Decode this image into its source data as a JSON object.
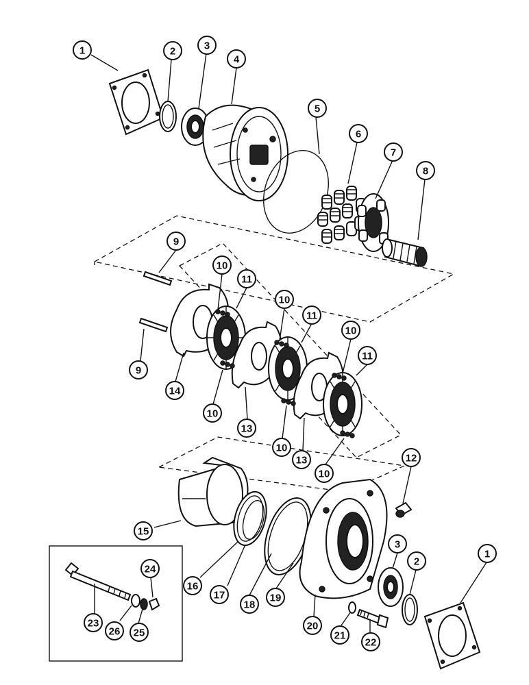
{
  "callouts": [
    {
      "label": "1"
    },
    {
      "label": "2"
    },
    {
      "label": "3"
    },
    {
      "label": "4"
    },
    {
      "label": "5"
    },
    {
      "label": "6"
    },
    {
      "label": "7"
    },
    {
      "label": "8"
    },
    {
      "label": "9"
    },
    {
      "label": "10"
    },
    {
      "label": "11"
    },
    {
      "label": "10"
    },
    {
      "label": "11"
    },
    {
      "label": "10"
    },
    {
      "label": "11"
    },
    {
      "label": "9"
    },
    {
      "label": "14"
    },
    {
      "label": "10"
    },
    {
      "label": "13"
    },
    {
      "label": "10"
    },
    {
      "label": "13"
    },
    {
      "label": "10"
    },
    {
      "label": "12"
    },
    {
      "label": "15"
    },
    {
      "label": "3"
    },
    {
      "label": "2"
    },
    {
      "label": "1"
    },
    {
      "label": "16"
    },
    {
      "label": "17"
    },
    {
      "label": "18"
    },
    {
      "label": "19"
    },
    {
      "label": "20"
    },
    {
      "label": "21"
    },
    {
      "label": "22"
    },
    {
      "label": "24"
    },
    {
      "label": "23"
    },
    {
      "label": "26"
    },
    {
      "label": "25"
    }
  ]
}
